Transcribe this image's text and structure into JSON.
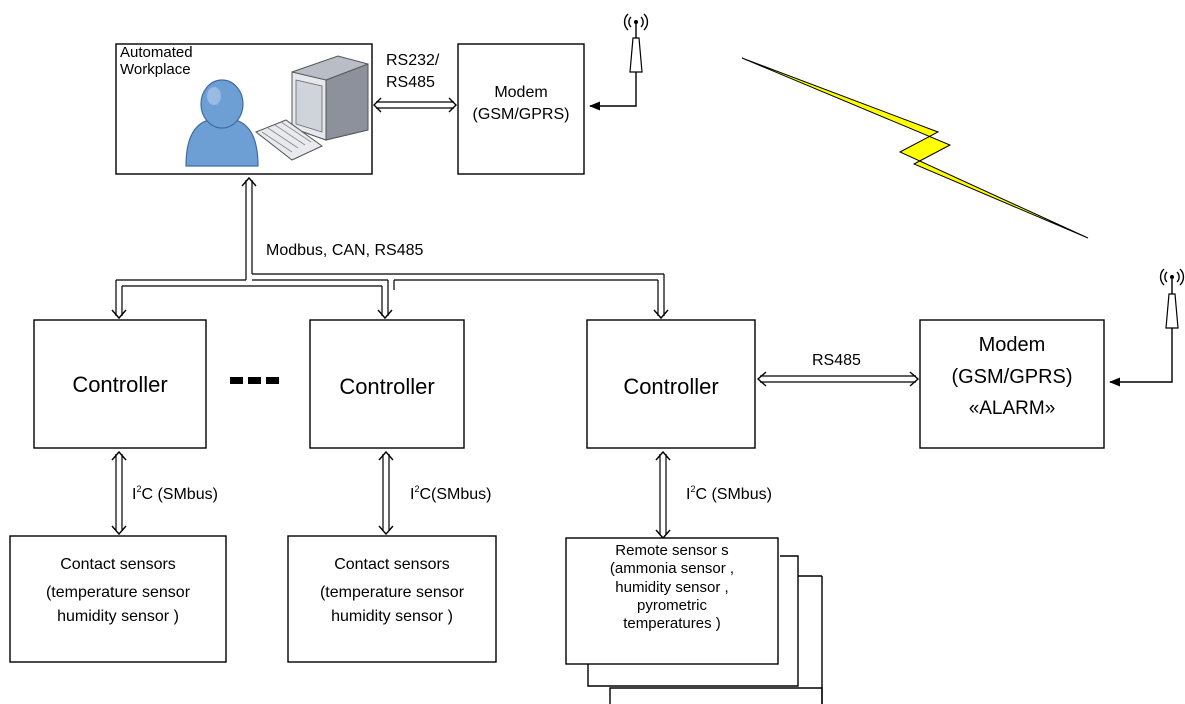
{
  "workplace": {
    "line1": "Automated",
    "line2": "Workplace"
  },
  "modem_top": {
    "line1": "Modem",
    "line2": "(GSM/GPRS)"
  },
  "modem_alarm": {
    "line1": "Modem",
    "line2": "(GSM/GPRS)",
    "line3": "«ALARM»"
  },
  "links": {
    "rs232_line1": "RS232/",
    "rs232_line2": "RS485",
    "bus": "Modbus, CAN, RS485",
    "rs485": "RS485",
    "i2c_1_base": "I",
    "i2c_1_sup": "2",
    "i2c_1_rest": "C (SMbus)",
    "i2c_2_base": "I",
    "i2c_2_sup": "2",
    "i2c_2_rest": "C(SMbus)",
    "i2c_3_base": "I",
    "i2c_3_sup": "2",
    "i2c_3_rest": "C (SMbus)"
  },
  "controllers": [
    "Controller",
    "Controller",
    "Controller"
  ],
  "sensors_contact_1": {
    "line1": "Contact sensors",
    "line2": "(temperature sensor",
    "line3": "humidity sensor )"
  },
  "sensors_contact_2": {
    "line1": "Contact sensors",
    "line2": "(temperature sensor",
    "line3": "humidity sensor )"
  },
  "sensors_remote": {
    "line1": "Remote sensor s",
    "line2": "(ammonia sensor ,",
    "line3": "humidity sensor ,",
    "line4": "pyrometric",
    "line5": "temperatures )"
  },
  "colors": {
    "lightning": "#ffff00",
    "person": "#6e9fd4",
    "person_dark": "#3f6aa3",
    "monitor_screen": "#d8dce4",
    "monitor_case": "#9a9ea8"
  },
  "icons": [
    "person-icon",
    "computer-icon",
    "keyboard-icon",
    "antenna-icon",
    "lightning-icon",
    "ellipsis-icon"
  ]
}
